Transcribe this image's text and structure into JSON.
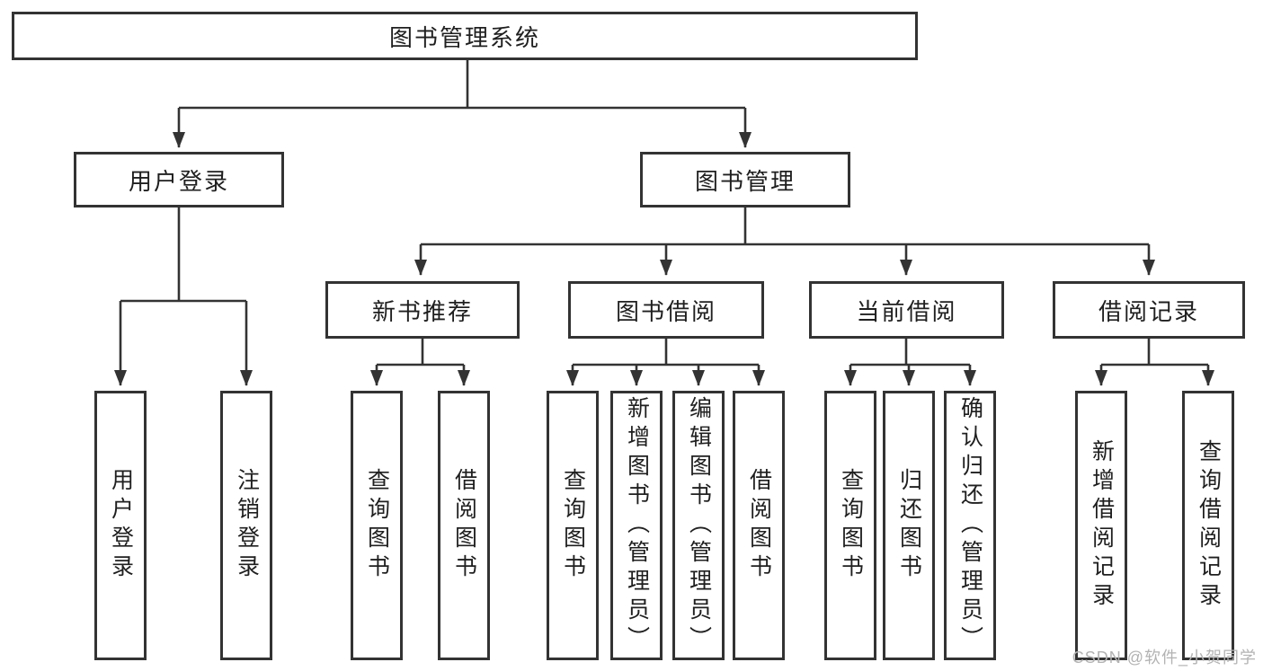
{
  "colors": {
    "line": "#333333",
    "text": "#1f1f1f",
    "watermark": "#b3b3b3",
    "box_bg": "#ffffff",
    "background": "#ffffff"
  },
  "tree": {
    "root": {
      "label": "图书管理系统"
    },
    "branches": [
      {
        "label": "用户登录",
        "children": [
          {
            "label": "用户登录"
          },
          {
            "label": "注销登录"
          }
        ]
      },
      {
        "label": "图书管理",
        "children": [
          {
            "label": "新书推荐",
            "children": [
              {
                "label": "查询图书"
              },
              {
                "label": "借阅图书"
              }
            ]
          },
          {
            "label": "图书借阅",
            "children": [
              {
                "label": "查询图书"
              },
              {
                "label": "新增图书（管理员）"
              },
              {
                "label": "编辑图书（管理员）"
              },
              {
                "label": "借阅图书"
              }
            ]
          },
          {
            "label": "当前借阅",
            "children": [
              {
                "label": "查询图书"
              },
              {
                "label": "归还图书"
              },
              {
                "label": "确认归还（管理员）"
              }
            ]
          },
          {
            "label": "借阅记录",
            "children": [
              {
                "label": "新增借阅记录"
              },
              {
                "label": "查询借阅记录"
              }
            ]
          }
        ]
      }
    ]
  },
  "watermark": {
    "text": "CSDN @软件_小贺同学"
  }
}
